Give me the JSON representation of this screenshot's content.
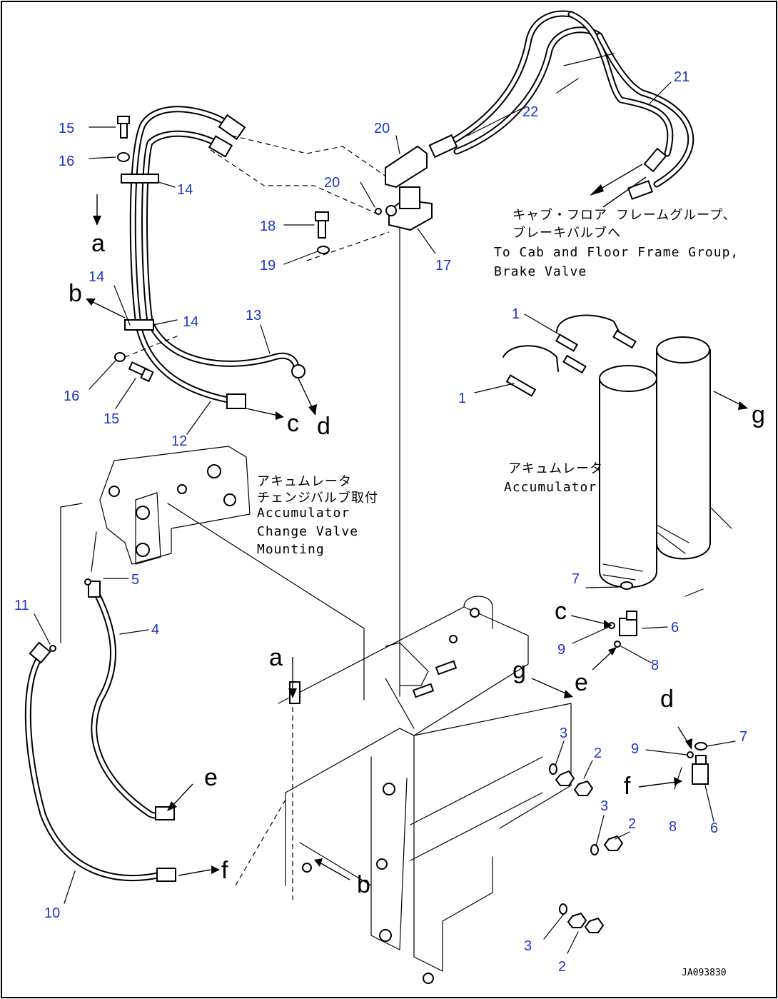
{
  "drawing": {
    "code": "JA093830",
    "notes": {
      "cab_ja_1": "キャブ・フロア フレームグループ、",
      "cab_ja_2": "ブレーキバルブへ",
      "cab_en_1": "To Cab and Floor Frame Group,",
      "cab_en_2": "Brake Valve",
      "acc_ja": "アキュムレータ",
      "acc_en": "Accumulator",
      "valve_ja_1": "アキュムレータ",
      "valve_ja_2": "チェンジバルブ取付",
      "valve_en_1": "Accumulator",
      "valve_en_2": "Change Valve",
      "valve_en_3": "Mounting"
    },
    "callouts": {
      "c15a": "15",
      "c16a": "16",
      "c14a": "14",
      "c20a": "20",
      "c22": "22",
      "c21": "21",
      "c20b": "20",
      "c18": "18",
      "c19": "19",
      "c17": "17",
      "c14b": "14",
      "c14c": "14",
      "c13": "13",
      "c16b": "16",
      "c15b": "15",
      "c12": "12",
      "c1a": "1",
      "c1b": "1",
      "c5": "5",
      "c11": "11",
      "c4": "4",
      "c7a": "7",
      "c6a": "6",
      "c9a": "9",
      "c8a": "8",
      "c3a": "3",
      "c2a": "2",
      "c9b": "9",
      "c7b": "7",
      "c3b": "3",
      "c2b": "2",
      "c8b": "8",
      "c6b": "6",
      "c10": "10",
      "c3c": "3",
      "c2c": "2"
    },
    "letters": {
      "a_top": "a",
      "b_left": "b",
      "c_hose": "c",
      "d_hose": "d",
      "g_acc": "g",
      "c_fit": "c",
      "e_fit": "e",
      "g_frame": "g",
      "a_frame": "a",
      "d_fit": "d",
      "e_hose": "e",
      "f_fit": "f",
      "f_hose": "f",
      "b_frame": "b"
    }
  }
}
